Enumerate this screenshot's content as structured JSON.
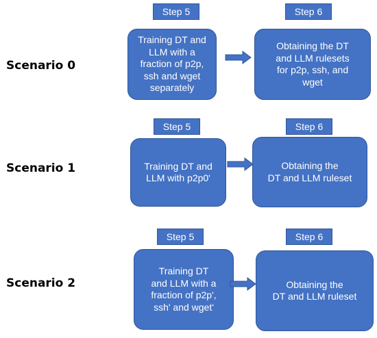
{
  "scenarios": [
    {
      "label": "Scenario 0",
      "step_left": "Step 5",
      "step_right": "Step 6",
      "box_left": "Training DT and\nLLM with a\nfraction of p2p,\nssh and wget\nseparately",
      "box_right": "Obtaining the DT\nand LLM rulesets\nfor p2p, ssh, and\nwget"
    },
    {
      "label": "Scenario 1",
      "step_left": "Step 5",
      "step_right": "Step 6",
      "box_left": "Training DT and\nLLM with p2p0'",
      "box_right": "Obtaining the\nDT and LLM ruleset"
    },
    {
      "label": "Scenario 2",
      "step_left": "Step 5",
      "step_right": "Step 6",
      "box_left": "Training DT\nand LLM with a\nfraction of p2p',\nssh' and wget'",
      "box_right": "Obtaining the\nDT and LLM ruleset"
    }
  ],
  "colors": {
    "fill": "#4472c4",
    "border": "#2f5597",
    "text_on_fill": "#ffffff"
  }
}
